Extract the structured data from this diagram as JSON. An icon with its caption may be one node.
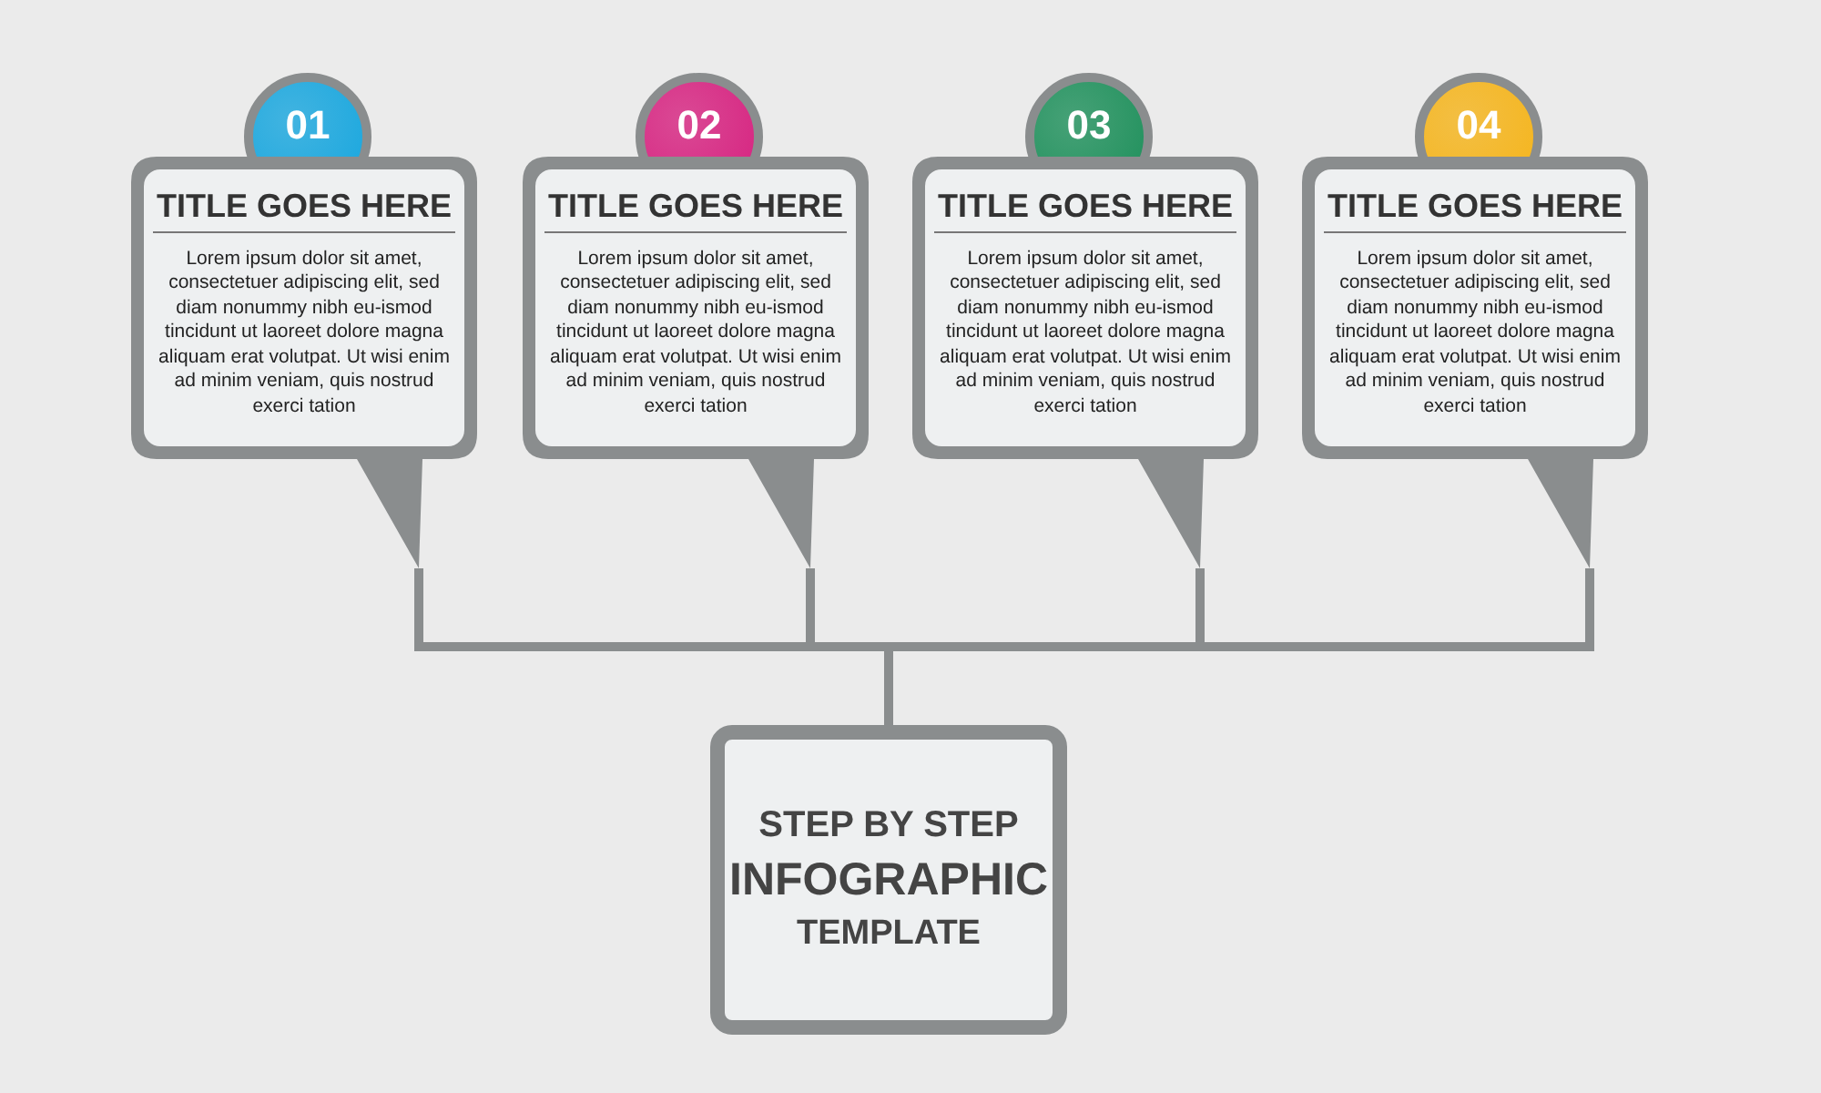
{
  "diagram": {
    "nodes": [
      {
        "text": [
          "01"
        ]
      },
      {
        "text": [
          "TITLE GOES HERE",
          "Lorem ipsum dolor sit amet, consectetuer adipiscing elit, sed diam nonummy nibh eu-ismod tincidunt ut laoreet dolore magna aliquam erat volutpat. Ut wisi enim ad minim veniam, quis nostrud exerci tation"
        ]
      },
      {
        "text": [
          "02"
        ]
      },
      {
        "text": [
          "TITLE GOES HERE",
          "Lorem ipsum dolor sit amet, consectetuer adipiscing elit, sed diam nonummy nibh eu-ismod tincidunt ut laoreet dolore magna aliquam erat volutpat. Ut wisi enim ad minim veniam, quis nostrud exerci tation"
        ]
      },
      {
        "text": [
          "03"
        ]
      },
      {
        "text": [
          "TITLE GOES HERE",
          "Lorem ipsum dolor sit amet, consectetuer adipiscing elit, sed diam nonummy nibh eu-ismod tincidunt ut laoreet dolore magna aliquam erat volutpat. Ut wisi enim ad minim veniam, quis nostrud exerci tation"
        ]
      },
      {
        "text": [
          "04"
        ]
      },
      {
        "text": [
          "TITLE GOES HERE",
          "Lorem ipsum dolor sit amet, consectetuer adipiscing elit, sed diam nonummy nibh eu-ismod tincidunt ut laoreet dolore magna aliquam erat volutpat. Ut wisi enim ad minim veniam, quis nostrud exerci tation"
        ]
      },
      {
        "text": [
          "STEP BY STEP",
          "INFOGRAPHIC",
          "TEMPLATE"
        ]
      }
    ],
    "edges": [
      {
        "from": 1,
        "to": 8,
        "arrow": "none"
      },
      {
        "from": 3,
        "to": 8,
        "arrow": "none"
      },
      {
        "from": 5,
        "to": 8,
        "arrow": "none"
      },
      {
        "from": 7,
        "to": 8,
        "arrow": "none"
      }
    ]
  }
}
